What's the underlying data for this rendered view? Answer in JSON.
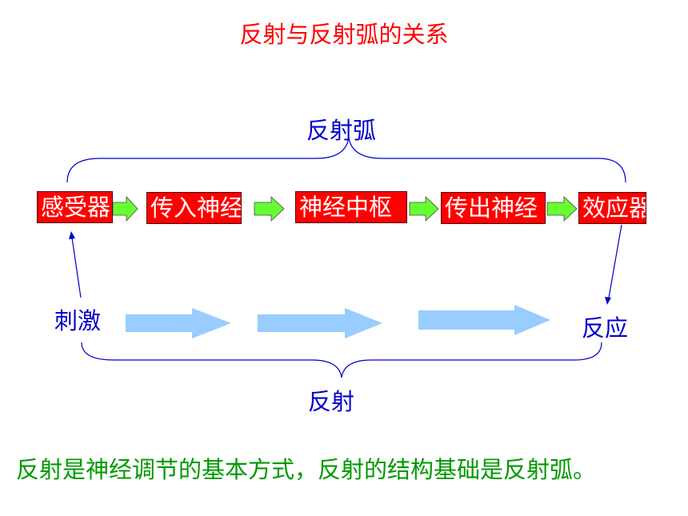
{
  "title": "反射与反射弧的关系",
  "reflex_arc_label": "反射弧",
  "chain": [
    "感受器",
    "传入神经",
    "神经中枢",
    "传出神经",
    "效应器"
  ],
  "stimulus_label": "刺激",
  "response_label": "反应",
  "reflex_label": "反射",
  "footer_note": "反射是神经调节的基本方式，反射的结构基础是反射弧。",
  "colors": {
    "title": "#ff0000",
    "box_fill": "#ff0000",
    "box_text": "#ffffff",
    "label": "#0000cc",
    "green_arrow": "#66ff33",
    "blue_arrow": "#99ccff",
    "footer": "#009900"
  }
}
